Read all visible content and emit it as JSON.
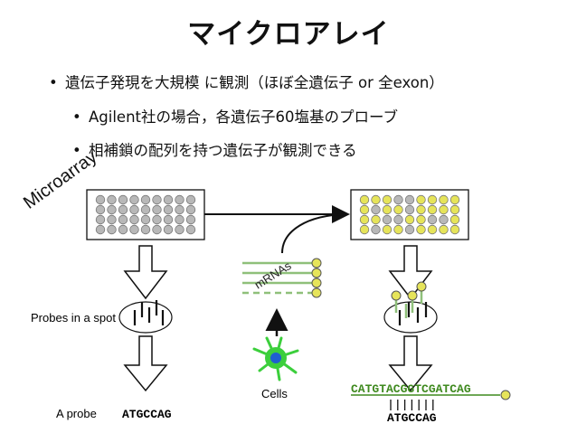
{
  "title": "マイクロアレイ",
  "bullets": [
    "遺伝子発現を大規模 に観測（ほぼ全遺伝子 or 全exon）",
    "Agilent社の場合，各遺伝子60塩基のプローブ",
    "相補鎖の配列を持つ遺伝子が観測できる"
  ],
  "diagram": {
    "microarray_label": "Microarray",
    "mrnas_label": "mRNAs",
    "probes_label": "Probes in a spot",
    "cells_label": "Cells",
    "probe_label": "A probe",
    "probe_sequence": "ATGCCAG",
    "target_sequence": "CATGTACGGTCGATCAG",
    "bound_probe_sequence": "ATGCCAG",
    "colors": {
      "spot_gray": "#b8b8b8",
      "spot_yellow": "#e6e45a",
      "target_green": "#3f8a1f",
      "mrna_green": "#8fc07a",
      "cell_green": "#3ccf3c",
      "cell_blue": "#1f5fd0"
    },
    "right_spot_pattern": [
      "yyyggyyyy",
      "ygyygyyyy",
      "yyggyyggy",
      "ygyygyyyy"
    ]
  }
}
